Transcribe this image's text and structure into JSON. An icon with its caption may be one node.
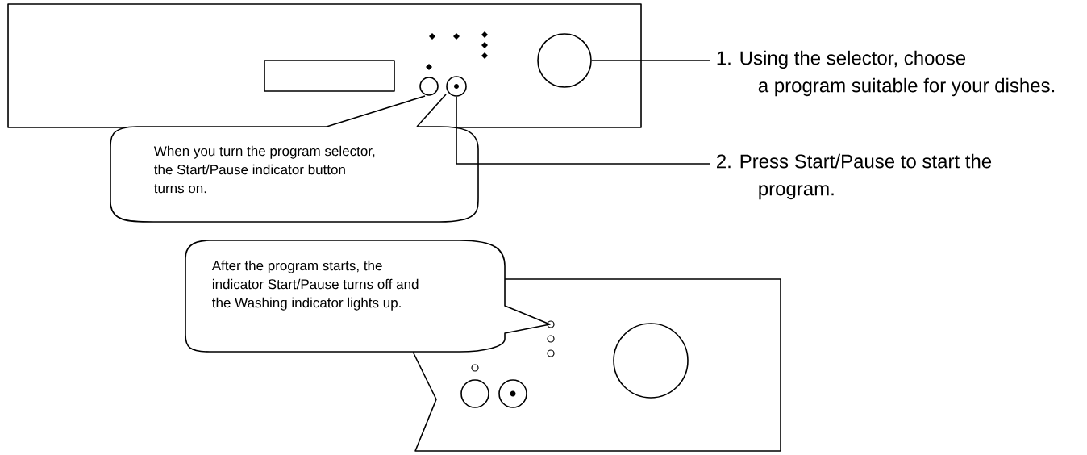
{
  "diagram": {
    "nodes": [
      {
        "text": [
          "1. Using the selector, choose a program suitable for your dishes."
        ]
      },
      {
        "text": [],
        "shape": "circle"
      },
      {
        "text": [
          "2. Press Start/Pause to start the program."
        ]
      },
      {
        "text": [],
        "shape": "circle"
      },
      {
        "text": [
          "When you turn the program selector, the Start/Pause indicator button turns on."
        ]
      },
      {
        "text": [
          "After the program starts, the indicator Start/Pause turns off and the Washing indicator lights up."
        ]
      }
    ],
    "edges": [
      {
        "from": 0,
        "to": 1,
        "arrow": "none"
      },
      {
        "from": 2,
        "to": 3,
        "arrow": "none"
      }
    ]
  }
}
